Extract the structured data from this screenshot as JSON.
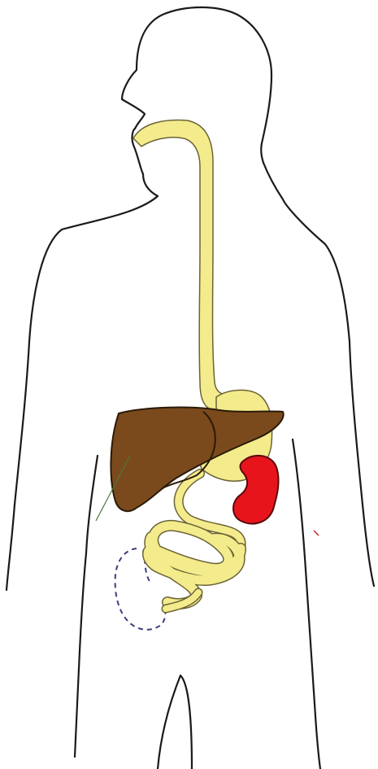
{
  "diagram": {
    "labels": [],
    "colors": {
      "background": "#ffffff",
      "outline": "#1a1a1a",
      "digestive_tract": "#f4eb8c",
      "tract_outline": "#6b6436",
      "liver": "#7a4a1c",
      "liver_outline": "#2a1a08",
      "organ_red": "#e8141c",
      "organ_red_outline": "#5a0a0a",
      "dashed_outline": "#3c3f7a"
    },
    "parts": [
      "body-outline",
      "esophagus",
      "stomach",
      "liver",
      "red-organ",
      "small-intestine",
      "dashed-large-intestine"
    ]
  }
}
